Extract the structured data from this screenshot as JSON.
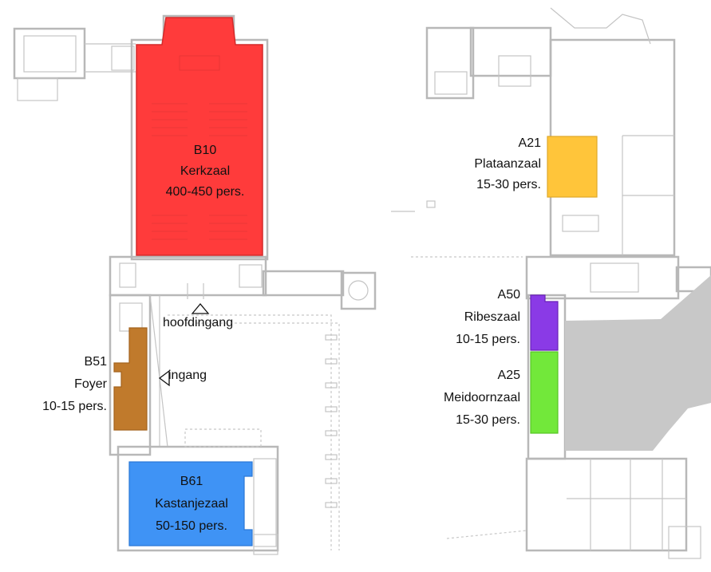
{
  "rooms": {
    "b10": {
      "code": "B10",
      "name": "Kerkzaal",
      "capacity": "400-450 pers.",
      "color": "#ff3b3b"
    },
    "b51": {
      "code": "B51",
      "name": "Foyer",
      "capacity": "10-15 pers.",
      "color": "#c07a2c"
    },
    "b61": {
      "code": "B61",
      "name": "Kastanjezaal",
      "capacity": "50-150 pers.",
      "color": "#3f93f5"
    },
    "a21": {
      "code": "A21",
      "name": "Plataanzaal",
      "capacity": "15-30 pers.",
      "color": "#ffc53a"
    },
    "a50": {
      "code": "A50",
      "name": "Ribeszaal",
      "capacity": "10-15 pers.",
      "color": "#8a3ae6"
    },
    "a25": {
      "code": "A25",
      "name": "Meidoornzaal",
      "capacity": "15-30 pers.",
      "color": "#72e83a"
    }
  },
  "entrances": {
    "main": "hoofdingang",
    "side": "ingang"
  },
  "colors": {
    "wall": "#b8b8b8",
    "courtyard": "#c8c8c8"
  }
}
